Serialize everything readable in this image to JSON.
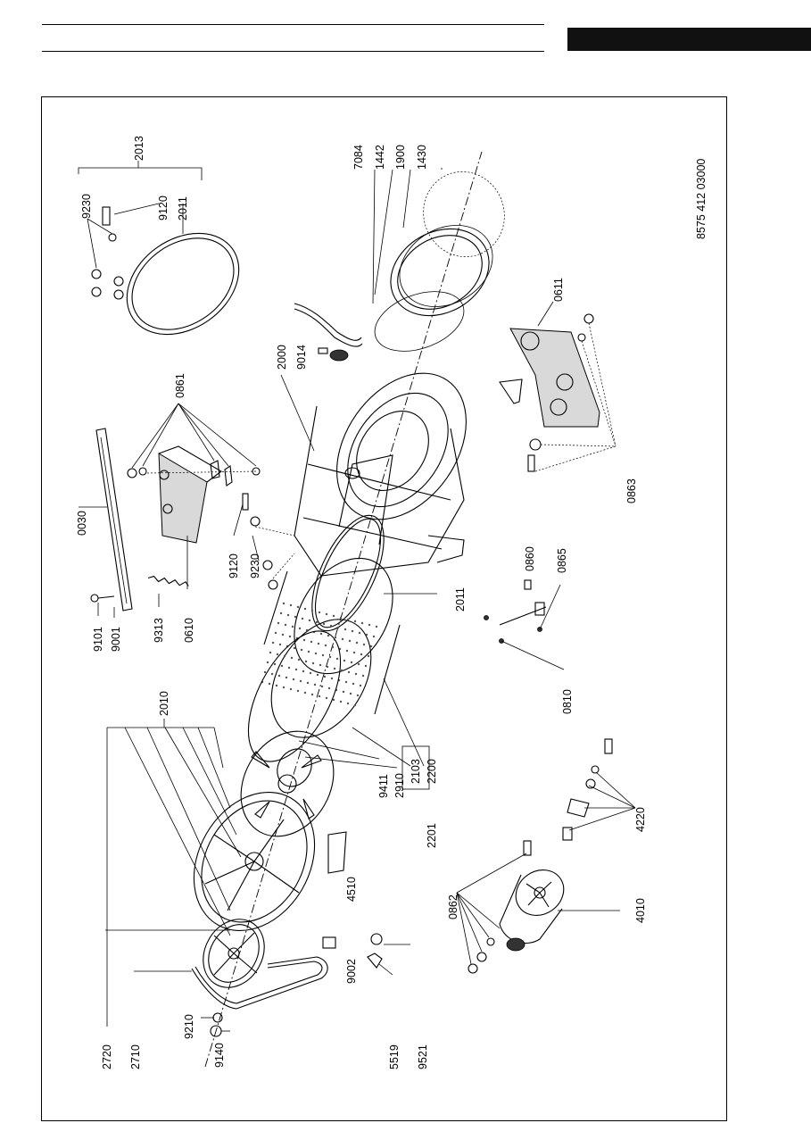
{
  "header": {
    "tab_bar_color": "#111111"
  },
  "drawing": {
    "document_number": "8575 412 03000",
    "labels": {
      "l2013": "2013",
      "l9230a": "9230",
      "l9120a": "9120",
      "l2011a": "2011",
      "l7084": "7084",
      "l1442": "1442",
      "l1900": "1900",
      "l1430": "1430",
      "l0611": "0611",
      "l2000": "2000",
      "l9014": "9014",
      "l0861": "0861",
      "l0030": "0030",
      "l0863": "0863",
      "l9120b": "9120",
      "l9230b": "9230",
      "l0860": "0860",
      "l0865": "0865",
      "l9101": "9101",
      "l9001": "9001",
      "l9313": "9313",
      "l0610": "0610",
      "l2011b": "2011",
      "l2010": "2010",
      "l0810": "0810",
      "l9411": "9411",
      "l2910": "2910",
      "l2103": "2103",
      "l2200": "2200",
      "l2201": "2201",
      "l4220": "4220",
      "l4510": "4510",
      "l0862": "0862",
      "l4010": "4010",
      "l9002": "9002",
      "l9210": "9210",
      "l9140": "9140",
      "l2720": "2720",
      "l2710": "2710",
      "l5519": "5519",
      "l9521": "9521"
    }
  }
}
